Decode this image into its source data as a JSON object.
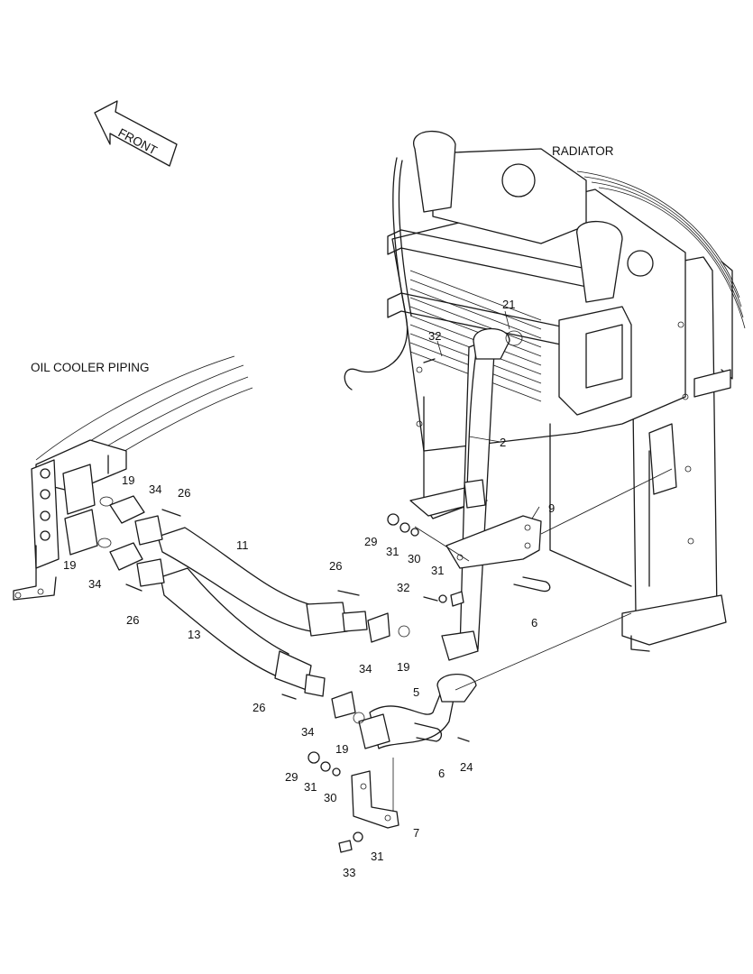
{
  "titles": {
    "radiator": "RADIATOR",
    "oil_cooler_piping": "OIL COOLER PIPING",
    "front": "FRONT"
  },
  "callouts": [
    "21",
    "32",
    "2",
    "9",
    "29",
    "31",
    "30",
    "31",
    "32",
    "6",
    "19",
    "34",
    "26",
    "19",
    "34",
    "26",
    "11",
    "13",
    "26",
    "34",
    "19",
    "26",
    "34",
    "19",
    "5",
    "6",
    "24",
    "29",
    "31",
    "30",
    "7",
    "33",
    "31"
  ]
}
